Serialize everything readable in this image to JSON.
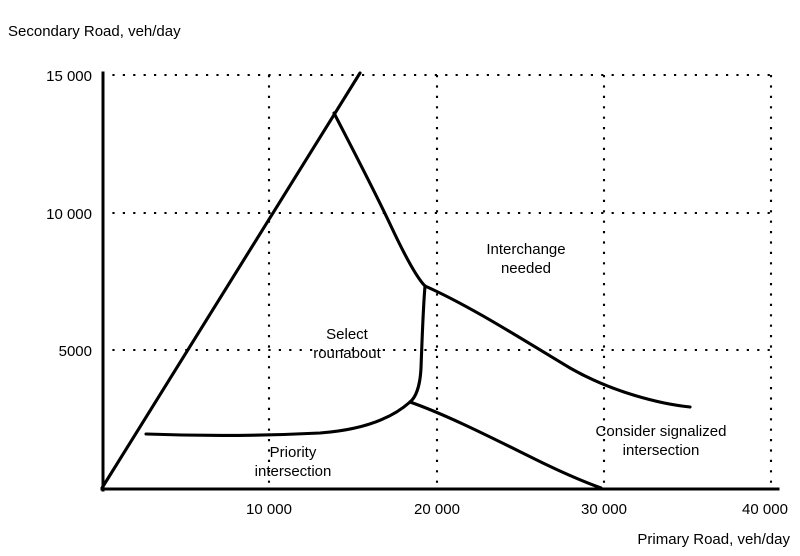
{
  "chart_data": {
    "type": "line",
    "title": "",
    "xlabel": "Primary Road, veh/day",
    "ylabel": "Secondary Road, veh/day",
    "xlim": [
      0,
      40000
    ],
    "ylim": [
      0,
      15000
    ],
    "grid": true,
    "legend": "none",
    "x_ticks": [
      "10 000",
      "20 000",
      "30 000",
      "40 000"
    ],
    "x_tick_values": [
      10000,
      20000,
      30000,
      40000
    ],
    "y_ticks": [
      "5000",
      "10 000",
      "15 000"
    ],
    "y_tick_values": [
      5000,
      10000,
      15000
    ],
    "annotations": [
      {
        "id": "select-roundabout",
        "line1": "Select",
        "line2": "rounabout",
        "x": 14500,
        "y": 4900
      },
      {
        "id": "priority-intersection",
        "line1": "Priority",
        "line2": "intersection",
        "x": 13000,
        "y": 1900
      },
      {
        "id": "interchange-needed",
        "line1": "Interchange",
        "line2": "needed",
        "x": 25000,
        "y": 8200
      },
      {
        "id": "consider-signalized-intersection",
        "line1": "Consider signalized",
        "line2": "intersection",
        "x": 32000,
        "y": 2100
      }
    ],
    "series": [
      {
        "name": "priority-roundabout-boundary-diagonal",
        "description": "Straight diagonal boundary from origin rising to upper left edge of roundabout zone",
        "points": [
          [
            0,
            0
          ],
          [
            15400,
            15500
          ]
        ]
      },
      {
        "name": "roundabout-upper-boundary",
        "description": "Curve from apex falling right to the interchange junction",
        "points": [
          [
            13900,
            13900
          ],
          [
            15600,
            12000
          ],
          [
            17200,
            9900
          ],
          [
            18500,
            7700
          ],
          [
            19200,
            6300
          ],
          [
            19350,
            5700
          ]
        ]
      },
      {
        "name": "roundabout-right-boundary",
        "description": "Near-vertical curve from interchange junction down to priority junction",
        "points": [
          [
            19350,
            5700
          ],
          [
            19250,
            4900
          ],
          [
            19150,
            3900
          ],
          [
            19000,
            3400
          ],
          [
            18700,
            3100
          ],
          [
            18400,
            3000
          ]
        ]
      },
      {
        "name": "priority-lower-boundary",
        "description": "Nearly flat boundary of the priority intersection region rising to the junction",
        "points": [
          [
            2600,
            2150
          ],
          [
            6000,
            2100
          ],
          [
            10000,
            2080
          ],
          [
            13200,
            2150
          ],
          [
            15800,
            2400
          ],
          [
            17400,
            2700
          ],
          [
            18400,
            3000
          ]
        ]
      },
      {
        "name": "interchange-lower-boundary",
        "description": "Upper of the two right-hand decaying curves separating interchange from signalized intersection",
        "points": [
          [
            19350,
            5700
          ],
          [
            21500,
            5100
          ],
          [
            24000,
            4500
          ],
          [
            27000,
            3900
          ],
          [
            30000,
            3400
          ],
          [
            33000,
            3100
          ],
          [
            35200,
            2950
          ]
        ]
      },
      {
        "name": "signalized-lower-boundary",
        "description": "Lower of the two right-hand decaying curves",
        "points": [
          [
            18400,
            3000
          ],
          [
            20500,
            2500
          ],
          [
            23000,
            1950
          ],
          [
            26000,
            1350
          ],
          [
            28500,
            850
          ],
          [
            29900,
            450
          ]
        ]
      }
    ]
  },
  "axis": {
    "y_axis_label": "Secondary Road, veh/day",
    "x_axis_label": "Primary Road, veh/day"
  }
}
